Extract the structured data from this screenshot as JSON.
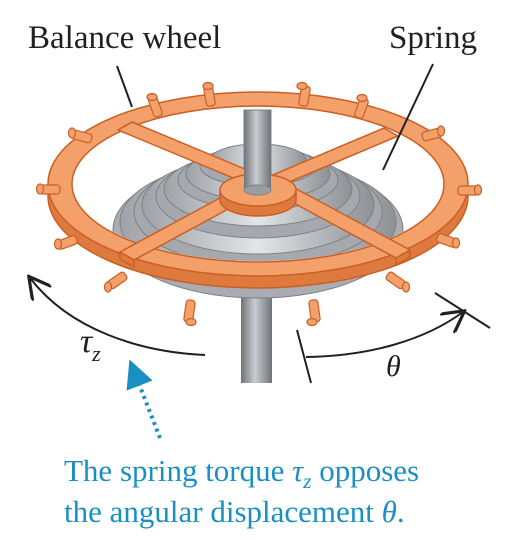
{
  "labels": {
    "balance_wheel": "Balance wheel",
    "spring": "Spring",
    "torque_symbol": "τ",
    "torque_subscript": "z",
    "angle_symbol": "θ"
  },
  "caption": {
    "line1_prefix": "The spring torque ",
    "line1_symbol": "τ",
    "line1_subscript": "z",
    "line1_suffix": " opposes",
    "line2_prefix": "the angular displacement ",
    "line2_symbol": "θ",
    "line2_suffix": "."
  },
  "colors": {
    "wheel": "#f4a06a",
    "wheel_edge": "#d9652a",
    "spring": "#b9bcc0",
    "axle": "#8f9397",
    "caption": "#1a8fc4",
    "text": "#231f20"
  }
}
